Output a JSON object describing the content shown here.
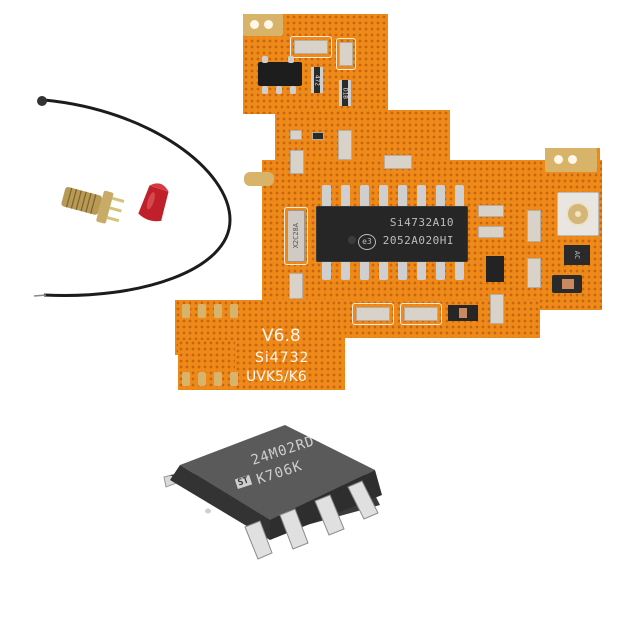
{
  "scene": {
    "background": "#ffffff",
    "description": "Product photo: Si4732 radio modification module with accessories and EEPROM chip"
  },
  "pcb": {
    "color": "#ee8a1a",
    "silkscreen": {
      "version": "V6.8",
      "chip": "Si4732",
      "model": "UVK5/K6"
    },
    "main_ic": {
      "line1": "Si4732A10",
      "line2": "2052A020HI",
      "logo": "e3"
    },
    "crystal_label": "X2C28A",
    "resistor_labels": [
      "472",
      "D1B"
    ],
    "small_ic_label": "AC"
  },
  "eeprom_chip": {
    "line1": "24M02RD",
    "line2": "K706K",
    "logo": "ST"
  },
  "accessories": {
    "cable": "IPEX antenna pigtail cable",
    "connector": "SMA female connector",
    "cap": "red dust cap",
    "cap_color": "#c0202a",
    "connector_color": "#b89a55"
  }
}
